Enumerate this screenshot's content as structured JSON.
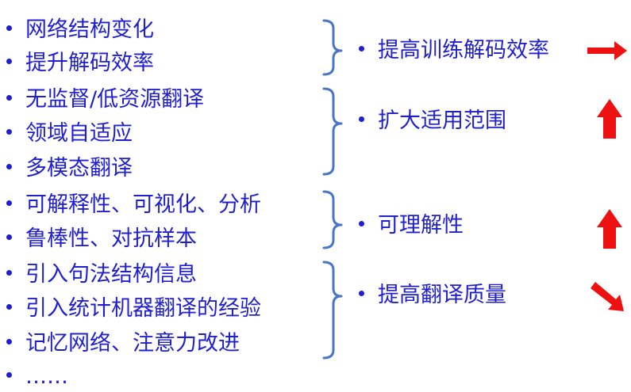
{
  "groups": [
    {
      "items": [
        "网络结构变化",
        "提升解码效率"
      ],
      "result": "提高训练解码效率",
      "arrow": "right"
    },
    {
      "items": [
        "无监督/低资源翻译",
        "领域自适应",
        "多模态翻译"
      ],
      "result": "扩大适用范围",
      "arrow": "up"
    },
    {
      "items": [
        "可解释性、可视化、分析",
        "鲁棒性、对抗样本"
      ],
      "result": "可理解性",
      "arrow": "up"
    },
    {
      "items": [
        "引入句法结构信息",
        "引入统计机器翻译的经验",
        "记忆网络、注意力改进"
      ],
      "result": "提高翻译质量",
      "arrow": "down-right"
    }
  ],
  "trailing_item": "……",
  "colors": {
    "text": "#1f1fd0",
    "brace": "#4a76c4",
    "arrow": "#ee1111"
  }
}
